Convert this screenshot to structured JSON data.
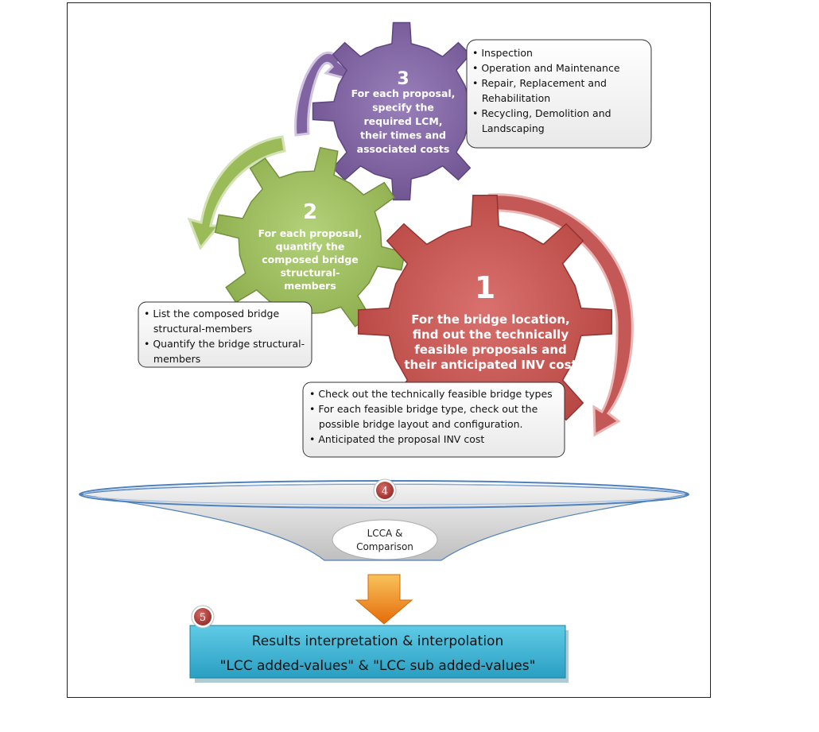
{
  "gears": {
    "g1": {
      "number": "1",
      "lines": [
        "For the bridge location,",
        "find out the technically",
        "feasible proposals and",
        "their anticipated INV cost"
      ],
      "color": "#c0504d"
    },
    "g2": {
      "number": "2",
      "lines": [
        "For each proposal,",
        "quantify the",
        "composed bridge",
        "structural-",
        "members"
      ],
      "color": "#9bbb59"
    },
    "g3": {
      "number": "3",
      "lines": [
        "For each proposal,",
        "specify the",
        "required LCM,",
        "their times and",
        "associated costs"
      ],
      "color": "#8064a2"
    }
  },
  "boxes": {
    "b3": [
      "• Inspection",
      "• Operation and Maintenance",
      "• Repair, Replacement and",
      "   Rehabilitation",
      "• Recycling, Demolition and",
      "   Landscaping"
    ],
    "b2": [
      "• List the composed bridge",
      "   structural-members",
      "• Quantify the bridge structural-",
      "   members"
    ],
    "b1": [
      "• Check out the technically feasible bridge types",
      "• For each feasible bridge type, check out the",
      "   possible bridge layout and configuration.",
      "• Anticipated the proposal INV cost"
    ]
  },
  "funnel": {
    "badge": "4",
    "lcca_line1": "LCCA &",
    "lcca_line2": "Comparison"
  },
  "result": {
    "badge": "5",
    "line1": "Results interpretation & interpolation",
    "line2": "\"LCC added-values\" & \"LCC sub added-values\"",
    "color": "#3fb8d8"
  }
}
